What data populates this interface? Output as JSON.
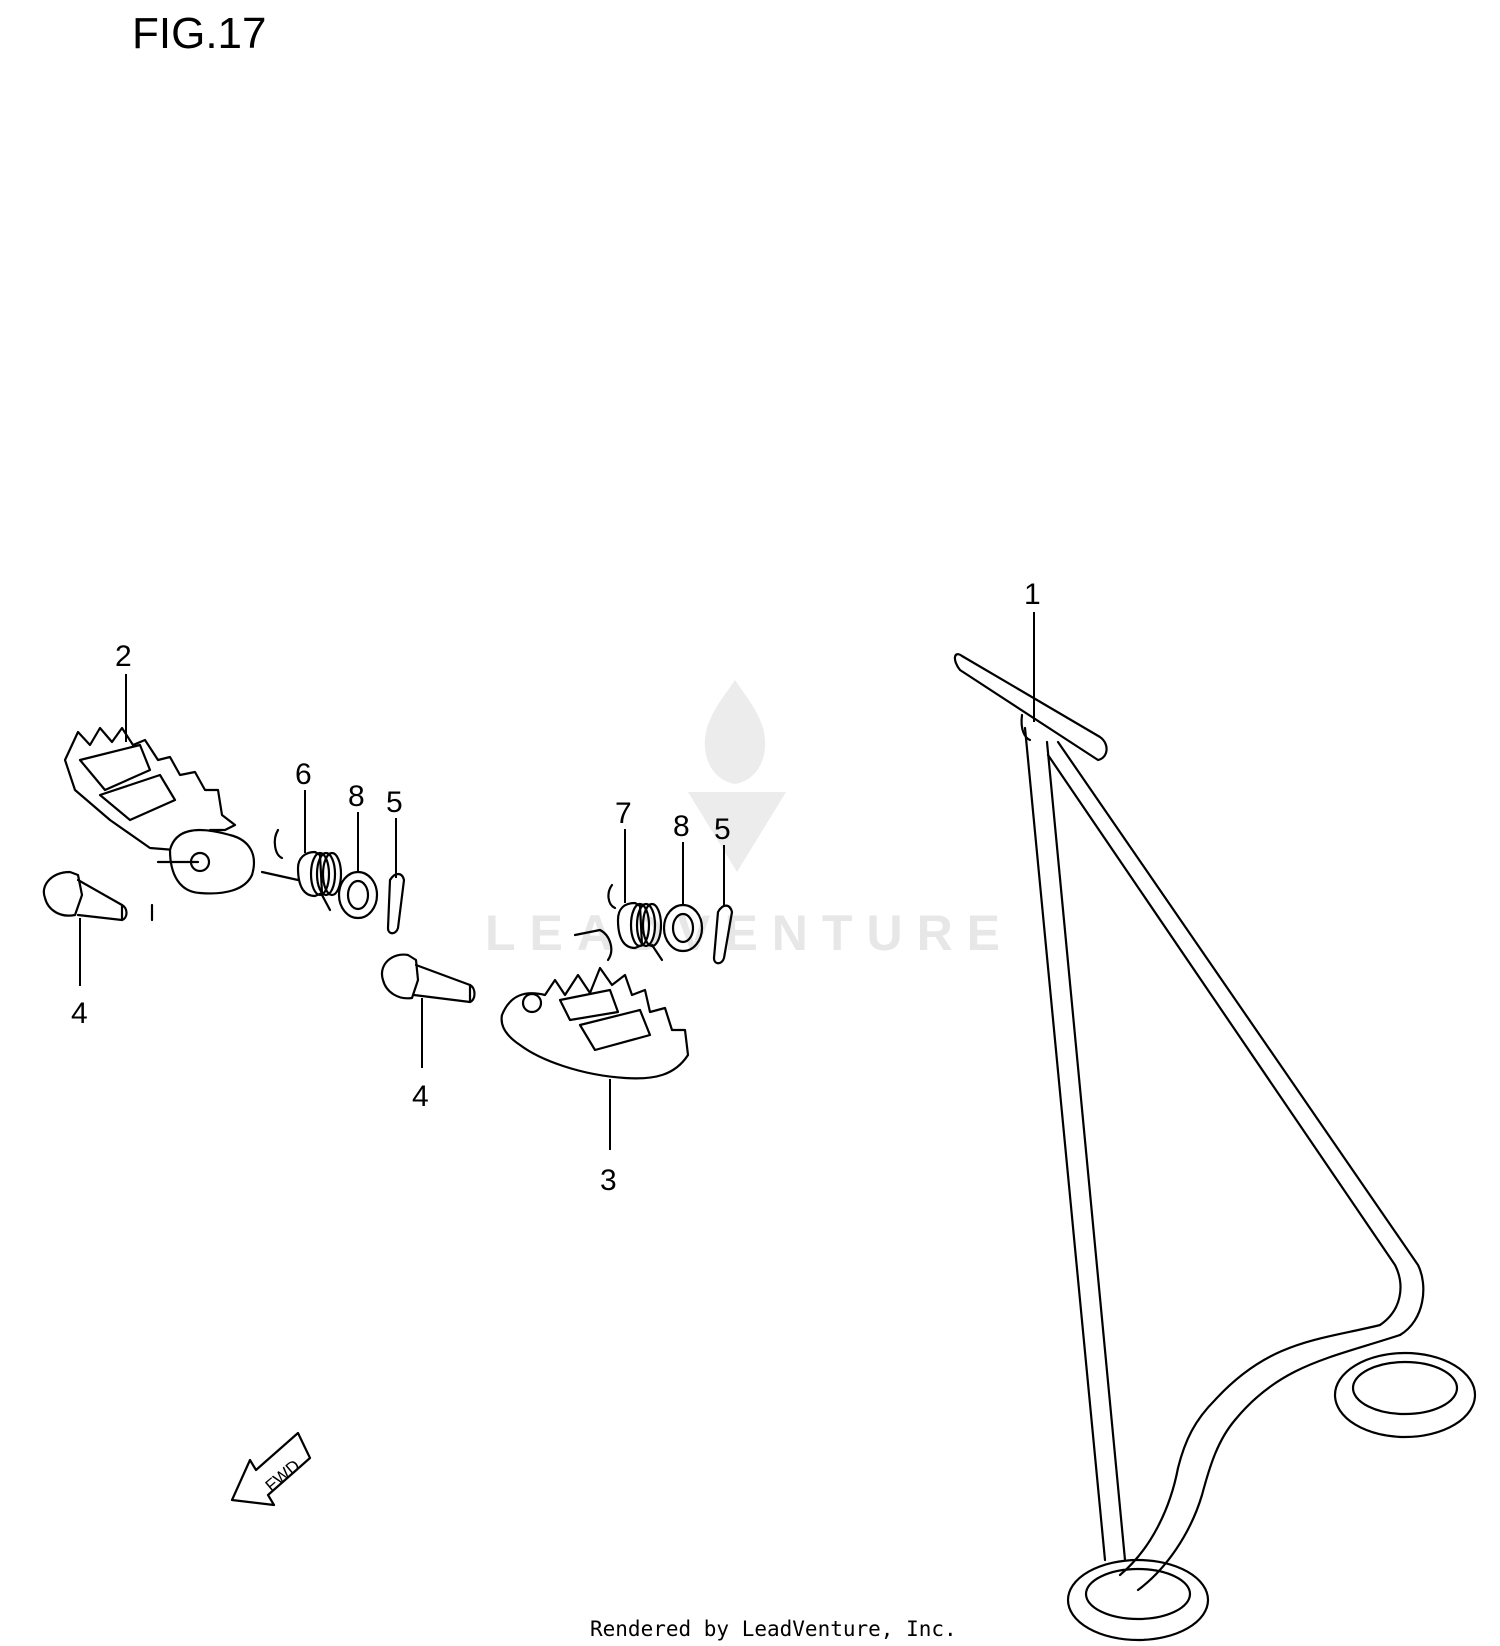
{
  "figure": {
    "title": "FIG.17"
  },
  "callouts": [
    {
      "id": "1"
    },
    {
      "id": "2"
    },
    {
      "id": "3"
    },
    {
      "id": "4"
    },
    {
      "id": "4"
    },
    {
      "id": "5"
    },
    {
      "id": "5"
    },
    {
      "id": "6"
    },
    {
      "id": "7"
    },
    {
      "id": "8"
    },
    {
      "id": "8"
    }
  ],
  "direction_arrow": {
    "label": "FWD"
  },
  "watermark": {
    "text": "LEADVENTURE"
  },
  "footer": {
    "credit": "Rendered by LeadVenture, Inc."
  },
  "colors": {
    "line": "#000000",
    "background": "#ffffff",
    "watermark": "#e7e7e7"
  }
}
